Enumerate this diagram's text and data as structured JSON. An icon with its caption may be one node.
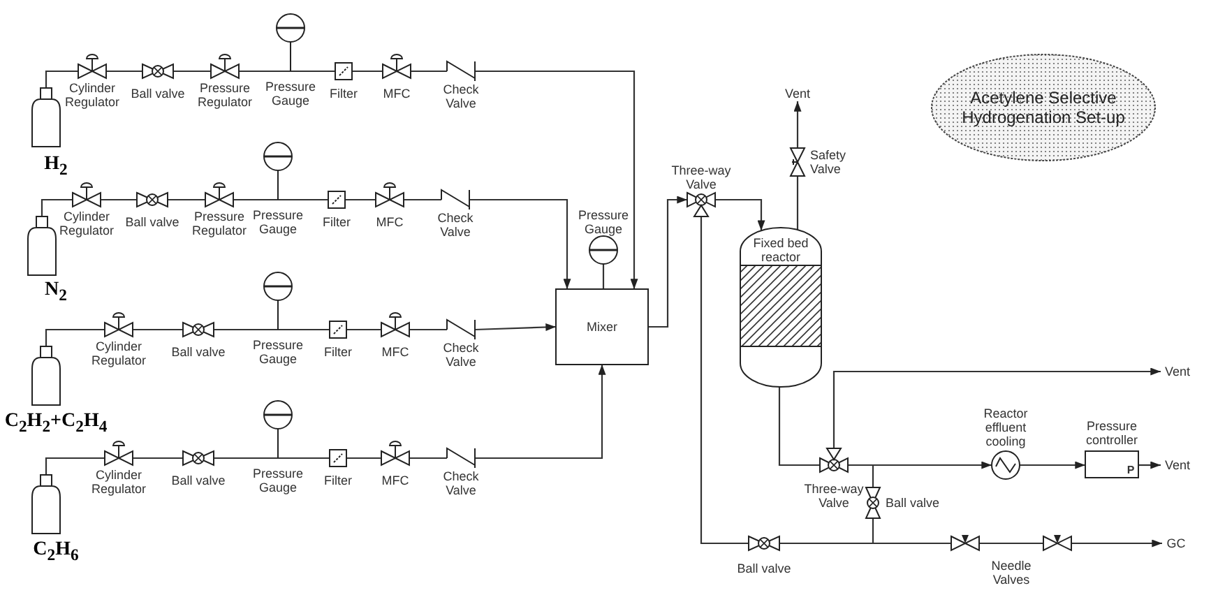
{
  "diagram": {
    "nodes": [
      {
        "text": [
          "H$_{2}$"
        ]
      },
      {
        "text": [
          "Cylinder Regulator"
        ]
      },
      {
        "text": [
          "Ball valve"
        ]
      },
      {
        "text": [
          "Pressure Regulator"
        ]
      },
      {
        "text": [
          "Pressure Gauge"
        ]
      },
      {
        "text": [
          "Filter"
        ]
      },
      {
        "text": [
          "MFC"
        ]
      },
      {
        "text": [
          "Check Valve"
        ]
      },
      {
        "text": [
          "N$_{2}$"
        ]
      },
      {
        "text": [
          "Cylinder Regulator"
        ]
      },
      {
        "text": [
          "Ball valve"
        ]
      },
      {
        "text": [
          "Pressure Regulator"
        ]
      },
      {
        "text": [
          "Pressure Gauge"
        ]
      },
      {
        "text": [
          "Filter"
        ]
      },
      {
        "text": [
          "MFC"
        ]
      },
      {
        "text": [
          "Check Valve"
        ]
      },
      {
        "text": [
          "C$_{2}$H$_{2}$+C$_{2}$H$_{4}$"
        ]
      },
      {
        "text": [
          "Cylinder Regulator"
        ]
      },
      {
        "text": [
          "Ball valve"
        ]
      },
      {
        "text": [
          "Pressure Gauge"
        ]
      },
      {
        "text": [
          "Filter"
        ]
      },
      {
        "text": [
          "MFC"
        ]
      },
      {
        "text": [
          "Check Valve"
        ]
      },
      {
        "text": [
          "C$_{2}$H$_{6}$"
        ]
      },
      {
        "text": [
          "Cylinder Regulator"
        ]
      },
      {
        "text": [
          "Ball valve"
        ]
      },
      {
        "text": [
          "Pressure Gauge"
        ]
      },
      {
        "text": [
          "Filter"
        ]
      },
      {
        "text": [
          "MFC"
        ]
      },
      {
        "text": [
          "Check Valve"
        ]
      },
      {
        "text": [
          "Pressure Gauge"
        ]
      },
      {
        "text": [
          "Mixer"
        ]
      },
      {
        "text": [
          "Three-way Valve"
        ]
      },
      {
        "text": [
          "Vent"
        ]
      },
      {
        "text": [
          "Safety Valve"
        ]
      },
      {
        "text": [
          "Fixed bed reactor"
        ]
      },
      {
        "text": [
          "Acetylene Selective Hydrogenation Set-up"
        ]
      },
      {
        "text": [
          "Vent"
        ]
      },
      {
        "text": [
          "Three-way Valve"
        ]
      },
      {
        "text": [
          "Reactor effluent cooling"
        ]
      },
      {
        "text": [
          "Pressure controller",
          "P"
        ]
      },
      {
        "text": [
          "Vent"
        ]
      },
      {
        "text": [
          "Ball valve"
        ]
      },
      {
        "text": [
          "Ball valve"
        ]
      },
      {
        "text": [],
        "shape": "valve"
      },
      {
        "text": [],
        "shape": "valve"
      },
      {
        "text": [
          "GC"
        ]
      }
    ],
    "edges": [
      {
        "from": 0,
        "to": 1,
        "arrow": "none"
      },
      {
        "from": 1,
        "to": 2,
        "arrow": "none"
      },
      {
        "from": 2,
        "to": 3,
        "arrow": "none"
      },
      {
        "from": 3,
        "to": 4,
        "arrow": "none"
      },
      {
        "from": 4,
        "to": 5,
        "arrow": "none"
      },
      {
        "from": 5,
        "to": 6,
        "arrow": "none"
      },
      {
        "from": 6,
        "to": 7,
        "arrow": "none"
      },
      {
        "from": 7,
        "to": 31,
        "arrow": "to"
      },
      {
        "from": 8,
        "to": 9,
        "arrow": "none"
      },
      {
        "from": 9,
        "to": 10,
        "arrow": "none"
      },
      {
        "from": 10,
        "to": 11,
        "arrow": "none"
      },
      {
        "from": 11,
        "to": 12,
        "arrow": "none"
      },
      {
        "from": 12,
        "to": 13,
        "arrow": "none"
      },
      {
        "from": 13,
        "to": 14,
        "arrow": "none"
      },
      {
        "from": 14,
        "to": 15,
        "arrow": "none"
      },
      {
        "from": 15,
        "to": 31,
        "arrow": "to"
      },
      {
        "from": 16,
        "to": 17,
        "arrow": "none"
      },
      {
        "from": 17,
        "to": 18,
        "arrow": "none"
      },
      {
        "from": 18,
        "to": 19,
        "arrow": "none"
      },
      {
        "from": 19,
        "to": 20,
        "arrow": "none"
      },
      {
        "from": 20,
        "to": 21,
        "arrow": "none"
      },
      {
        "from": 21,
        "to": 22,
        "arrow": "none"
      },
      {
        "from": 22,
        "to": 31,
        "arrow": "to"
      },
      {
        "from": 23,
        "to": 24,
        "arrow": "none"
      },
      {
        "from": 24,
        "to": 25,
        "arrow": "none"
      },
      {
        "from": 25,
        "to": 26,
        "arrow": "none"
      },
      {
        "from": 26,
        "to": 27,
        "arrow": "none"
      },
      {
        "from": 27,
        "to": 28,
        "arrow": "none"
      },
      {
        "from": 28,
        "to": 29,
        "arrow": "none"
      },
      {
        "from": 29,
        "to": 31,
        "arrow": "to"
      },
      {
        "from": 30,
        "to": 31,
        "arrow": "none"
      },
      {
        "from": 31,
        "to": 32,
        "arrow": "to"
      },
      {
        "from": 32,
        "to": 35,
        "arrow": "to"
      },
      {
        "from": 35,
        "to": 34,
        "arrow": "none"
      },
      {
        "from": 34,
        "to": 33,
        "arrow": "to"
      },
      {
        "from": 35,
        "to": 38,
        "arrow": "none"
      },
      {
        "from": 38,
        "to": 37,
        "arrow": "to"
      },
      {
        "from": 38,
        "to": 39,
        "arrow": "to"
      },
      {
        "from": 39,
        "to": 40,
        "arrow": "to"
      },
      {
        "from": 40,
        "to": 41,
        "arrow": "to"
      },
      {
        "from": 38,
        "to": 42,
        "arrow": "none"
      },
      {
        "from": 42,
        "to": 44,
        "arrow": "none"
      },
      {
        "from": 32,
        "to": 43,
        "arrow": "none"
      },
      {
        "from": 43,
        "to": 44,
        "arrow": "none"
      },
      {
        "from": 44,
        "to": 45,
        "arrow": "none"
      },
      {
        "from": 45,
        "to": 46,
        "arrow": "to"
      }
    ],
    "labels": [
      "Needle Valves"
    ]
  }
}
